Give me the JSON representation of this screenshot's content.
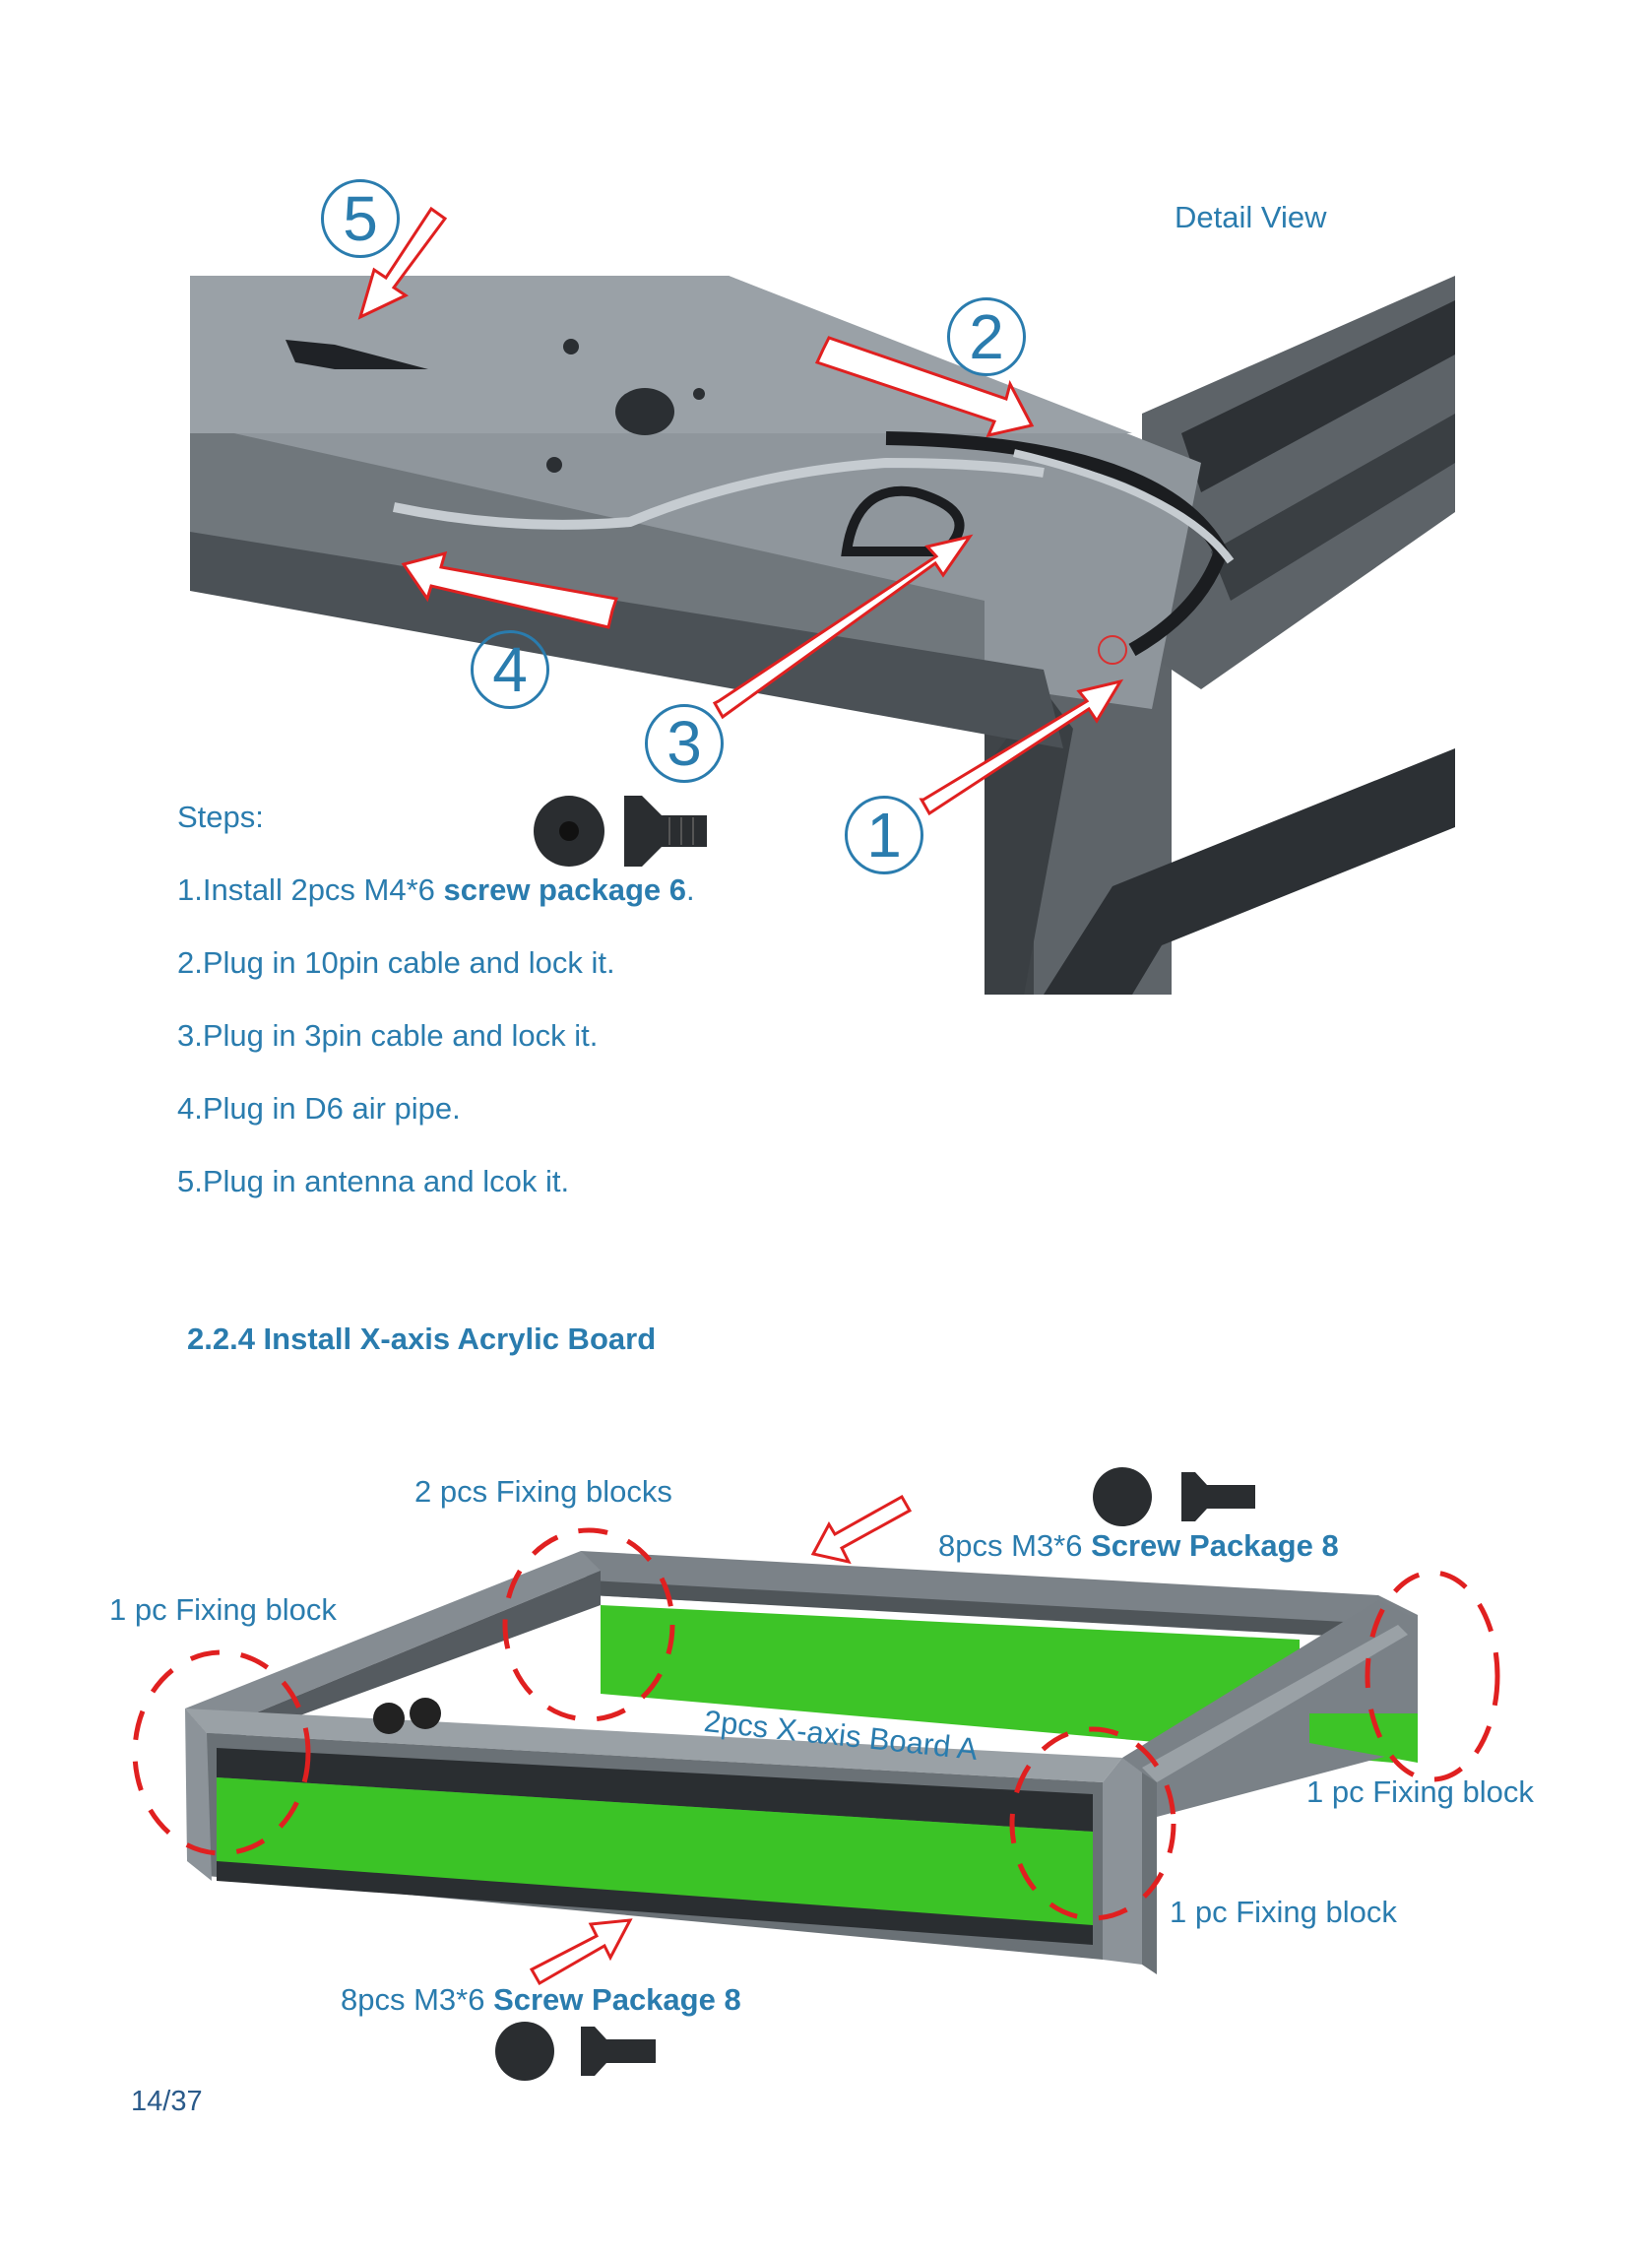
{
  "detail_view_label": "Detail View",
  "callouts": [
    "1",
    "2",
    "3",
    "4",
    "5"
  ],
  "steps": {
    "title": "Steps:",
    "items": [
      {
        "prefix": "1.Install 2pcs  M4*6  ",
        "bold": "screw package 6",
        "suffix": "."
      },
      {
        "prefix": "2.Plug in 10pin cable and lock it."
      },
      {
        "prefix": "3.Plug in 3pin cable and lock it."
      },
      {
        "prefix": "4.Plug in D6 air pipe."
      },
      {
        "prefix": "5.Plug in antenna and lcok it."
      }
    ]
  },
  "section": {
    "heading": "2.2.4  Install X-axis Acrylic Board"
  },
  "frame_labels": {
    "two_fixing_blocks": "2 pcs Fixing blocks",
    "top_screws_prefix": "8pcs  M3*6  ",
    "top_screws_bold": "Screw Package 8",
    "left_fixing_block": "1 pc Fixing block",
    "board_label": "2pcs   X-axis Board A",
    "right_fixing_block": "1 pc Fixing block",
    "front_fixing_block": "1 pc Fixing block",
    "bottom_screws_prefix": "8pcs  M3*6  ",
    "bottom_screws_bold": "Screw Package 8"
  },
  "page_number": "14/37",
  "colors": {
    "text": "#2a7cae",
    "arrow": "#e02020",
    "acrylic": "#39c224",
    "metal": "#6f767c"
  }
}
